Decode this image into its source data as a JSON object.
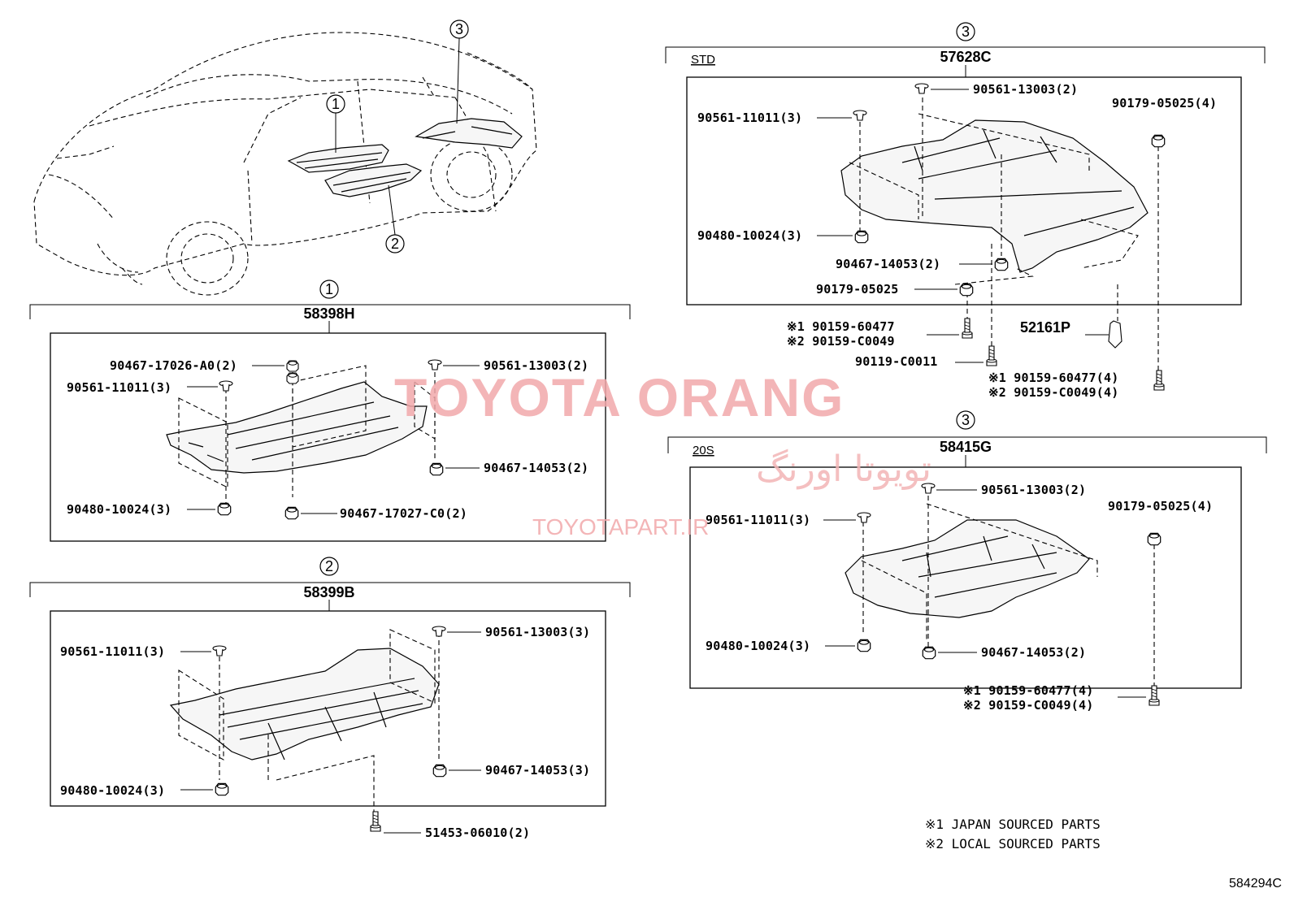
{
  "watermark": {
    "brand": "TOYOTA ORANG",
    "persian": "تویوتا اورنگ",
    "url": "TOYOTAPART.IR"
  },
  "overview": {
    "callout_1": "1",
    "callout_2": "2",
    "callout_3": "3"
  },
  "group_1": {
    "callout": "1",
    "part_number": "58398H",
    "labels": {
      "a": "90467-17026-A0(2)",
      "b": "90561-11011(3)",
      "c": "90480-10024(3)",
      "d": "90561-13003(2)",
      "e": "90467-14053(2)",
      "f": "90467-17027-C0(2)"
    }
  },
  "group_2": {
    "callout": "2",
    "part_number": "58399B",
    "labels": {
      "a": "90561-11011(3)",
      "b": "90480-10024(3)",
      "c": "90561-13003(3)",
      "d": "90467-14053(3)",
      "e": "51453-06010(2)"
    }
  },
  "group_3_std": {
    "callout": "3",
    "variant": "STD",
    "part_number": "57628C",
    "labels": {
      "a": "90561-13003(2)",
      "b": "90561-11011(3)",
      "c": "90179-05025(4)",
      "d": "90480-10024(3)",
      "e": "90467-14053(2)",
      "f": "90179-05025"
    },
    "outside": {
      "screw1_line1": "※1 90159-60477",
      "screw1_line2": "※2 90159-C0049",
      "clip": "52161P",
      "bolt": "90119-C0011",
      "screw2_line1": "※1 90159-60477(4)",
      "screw2_line2": "※2 90159-C0049(4)"
    }
  },
  "group_3_20s": {
    "callout": "3",
    "variant": "20S",
    "part_number": "58415G",
    "labels": {
      "a": "90561-13003(2)",
      "b": "90561-11011(3)",
      "c": "90179-05025(4)",
      "d": "90480-10024(3)",
      "e": "90467-14053(2)"
    },
    "outside": {
      "screw_line1": "※1 90159-60477(4)",
      "screw_line2": "※2 90159-C0049(4)"
    }
  },
  "notes": {
    "note_1": "※1 JAPAN SOURCED PARTS",
    "note_2": "※2 LOCAL SOURCED PARTS"
  },
  "figure_code": "584294C"
}
